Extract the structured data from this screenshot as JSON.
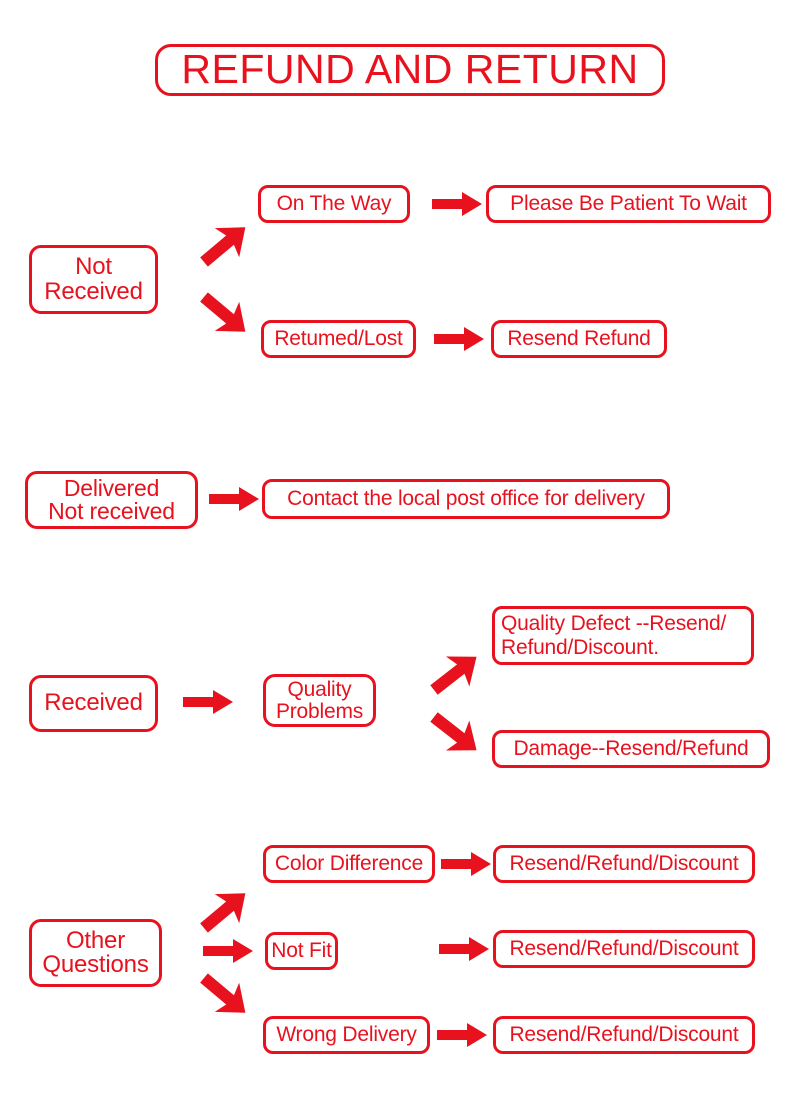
{
  "title": "REFUND AND RETURN",
  "theme": {
    "accent": "#e8121f",
    "background": "#ffffff"
  },
  "sections": [
    {
      "id": "not-received",
      "source": "Not\nReceived",
      "branches": [
        {
          "stage": "On The Way",
          "outcome": "Please Be Patient To Wait"
        },
        {
          "stage": "Retumed/Lost",
          "outcome": "Resend Refund"
        }
      ]
    },
    {
      "id": "delivered-not-received",
      "source": "Delivered\nNot received",
      "branches": [
        {
          "stage": "",
          "outcome": "Contact the local post office for delivery"
        }
      ]
    },
    {
      "id": "received",
      "source": "Received",
      "middle": "Quality\nProblems",
      "branches": [
        {
          "stage": "",
          "outcome": "Quality Defect --Resend/\nRefund/Discount."
        },
        {
          "stage": "",
          "outcome": "Damage--Resend/Refund"
        }
      ]
    },
    {
      "id": "other-questions",
      "source": "Other\nQuestions",
      "branches": [
        {
          "stage": "Color Difference",
          "outcome": "Resend/Refund/Discount"
        },
        {
          "stage": "Not Fit",
          "outcome": "Resend/Refund/Discount"
        },
        {
          "stage": "Wrong Delivery",
          "outcome": "Resend/Refund/Discount"
        }
      ]
    }
  ]
}
